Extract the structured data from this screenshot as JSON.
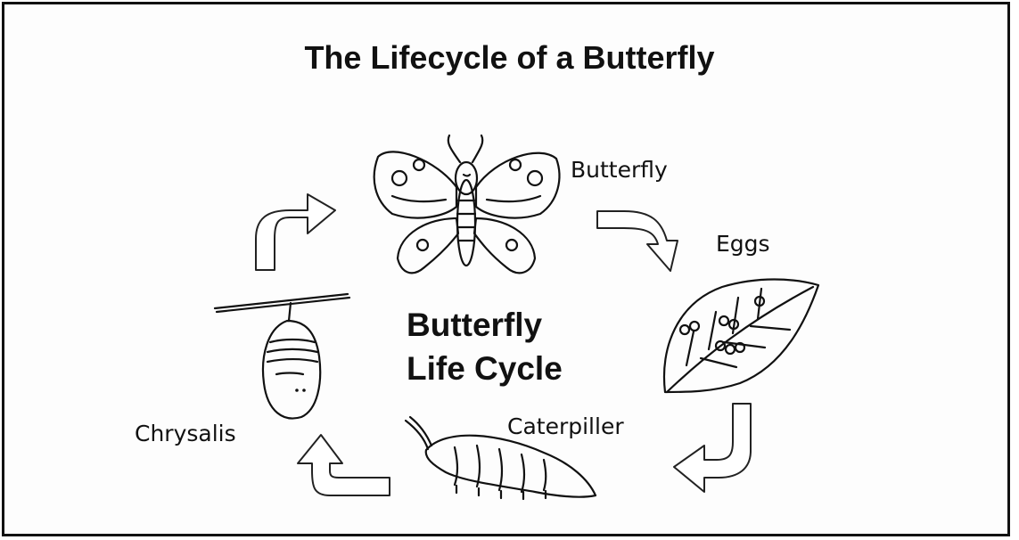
{
  "title": "The Lifecycle of a Butterfly",
  "center_label": {
    "line1": "Butterfly",
    "line2": "Life Cycle"
  },
  "stages": {
    "butterfly": "Butterfly",
    "eggs": "Eggs",
    "caterpillar": "Caterpiller",
    "chrysalis": "Chrysalis"
  },
  "illustrations": [
    "butterfly-icon",
    "leaf-with-eggs-icon",
    "caterpillar-icon",
    "chrysalis-icon"
  ],
  "arrows": [
    "arrow-butterfly-to-eggs",
    "arrow-eggs-to-caterpillar",
    "arrow-caterpillar-to-chrysalis",
    "arrow-chrysalis-to-butterfly"
  ],
  "colors": {
    "ink": "#111111",
    "background": "#ffffff"
  }
}
